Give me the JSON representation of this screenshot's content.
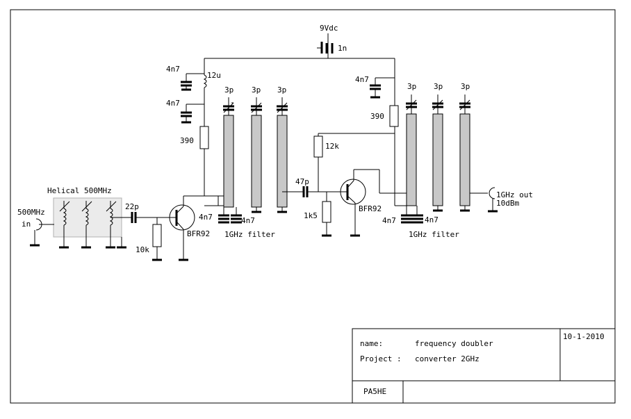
{
  "labels": {
    "supply": "9Vdc",
    "c_supply": "1n",
    "c_4n7_a": "4n7",
    "c_4n7_b": "4n7",
    "l_12u": "12u",
    "r_390_a": "390",
    "c_3p_1": "3p",
    "c_3p_2": "3p",
    "c_3p_3": "3p",
    "c_4n7_c": "4n7",
    "c_4n7_d": "4n7",
    "filter1": "1GHz filter",
    "c_4n7_e": "4n7",
    "r_390_b": "390",
    "c_3p_4": "3p",
    "c_3p_5": "3p",
    "c_3p_6": "3p",
    "r_12k": "12k",
    "c_47p": "47p",
    "r_1k5": "1k5",
    "q2": "BFR92",
    "c_4n7_f": "4n7",
    "c_4n7_g": "4n7",
    "filter2": "1GHz filter",
    "out_line1": "1GHz out",
    "out_line2": "10dBm",
    "helical": "Helical 500MHz",
    "in_line1": "500MHz",
    "in_line2": "in",
    "c_22p": "22p",
    "r_10k": "10k",
    "q1": "BFR92"
  },
  "title_block": {
    "date": "10-1-2010",
    "name_label": "name:",
    "name_value": "frequency doubler",
    "project_label": "Project :",
    "project_value": "converter 2GHz",
    "author": "PA5HE"
  }
}
